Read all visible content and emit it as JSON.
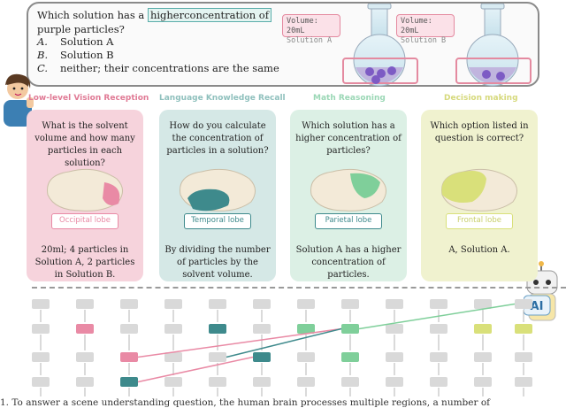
{
  "question": {
    "line1_prefix": "Which solution has a",
    "line1_highlight": "higherconcentration of",
    "line2": "purple particles?",
    "options": [
      {
        "letter": "A.",
        "text": "Solution A"
      },
      {
        "letter": "B.",
        "text": "Solution B"
      },
      {
        "letter": "C.",
        "text": "neither; their concentrations are the same"
      }
    ]
  },
  "flasks": [
    {
      "volume": "Volume: 20mL",
      "name": "Solution A",
      "particles": 4
    },
    {
      "volume": "Volume: 20mL",
      "name": "Solution B",
      "particles": 2
    }
  ],
  "stages": [
    {
      "title": "Low-level Vision Reception",
      "question": "What is the solvent volume and how many particles in each solution?",
      "lobe": "Occipital lobe",
      "answer": "20ml; 4 particles in Solution A, 2 particles in Solution B.",
      "color": "#f2c7d2",
      "title_color": "#e07a95",
      "accent": "#e98aa5"
    },
    {
      "title": "Language Knowledge Recall",
      "question": "How do you calculate the concentration of particles in a solution?",
      "lobe": "Temporal lobe",
      "answer": "By dividing the number of particles by the solvent volume.",
      "color": "#c4dedd",
      "title_color": "#8fc0bd",
      "accent": "#3e8a8c"
    },
    {
      "title": "Math Reasoning",
      "question": "Which solution has a higher concentration of particles?",
      "lobe": "Parietal lobe",
      "answer": "Solution A has a higher concentration of particles.",
      "color": "#d3ecdf",
      "title_color": "#9ad7b5",
      "accent": "#7fcf9a"
    },
    {
      "title": "Decision making",
      "question": "Which option listed in question is correct?",
      "lobe": "Frontal lobe",
      "answer": "A, Solution A.",
      "color": "#eef0c6",
      "title_color": "#d6d97c",
      "accent": "#d9e07a"
    }
  ],
  "robot_label": "AI",
  "caption": "1. To answer a scene understanding question, the human brain processes multiple regions, a number of"
}
